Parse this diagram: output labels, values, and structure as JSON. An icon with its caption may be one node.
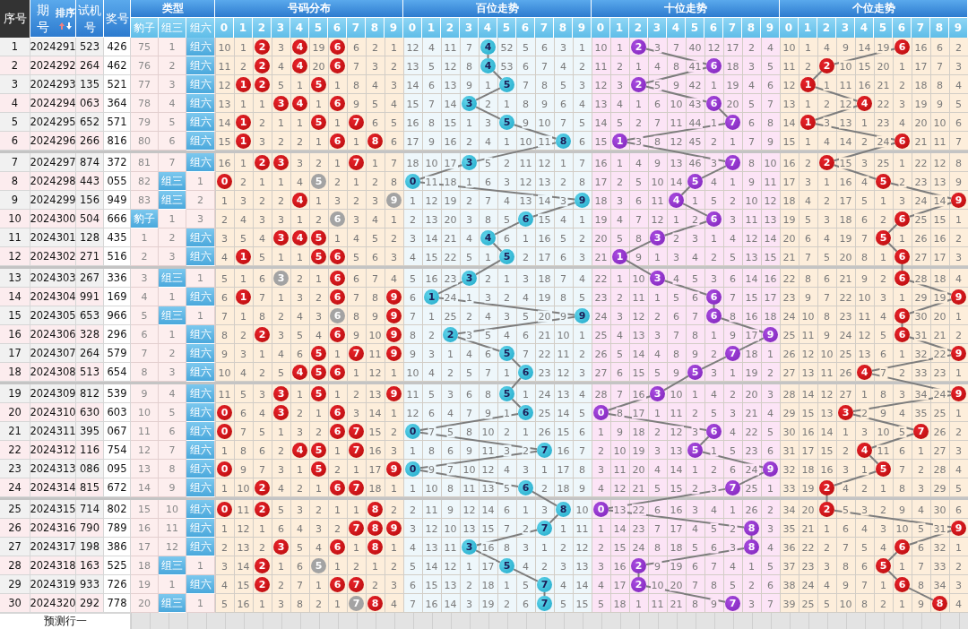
{
  "diagram": {
    "nodes": [
      {
        "text": [
          "4"
        ]
      },
      {
        "text": [
          "2"
        ]
      },
      {
        "text": [
          "6"
        ]
      },
      {
        "text": [
          "4"
        ]
      },
      {
        "text": [
          "6"
        ]
      },
      {
        "text": [
          "2"
        ]
      },
      {
        "text": [
          "5"
        ]
      },
      {
        "text": [
          "2"
        ]
      },
      {
        "text": [
          "1"
        ]
      },
      {
        "text": [
          "3"
        ]
      },
      {
        "text": [
          "6"
        ]
      },
      {
        "text": [
          "4"
        ]
      },
      {
        "text": [
          "5"
        ]
      },
      {
        "text": [
          "7"
        ]
      },
      {
        "text": [
          "1"
        ]
      },
      {
        "text": [
          "8"
        ]
      },
      {
        "text": [
          "1"
        ]
      },
      {
        "text": [
          "6"
        ]
      },
      {
        "text": [
          "3"
        ]
      },
      {
        "text": [
          "7"
        ]
      },
      {
        "text": [
          "2"
        ]
      },
      {
        "text": [
          "0"
        ]
      },
      {
        "text": [
          "5"
        ]
      },
      {
        "text": [
          "5"
        ]
      },
      {
        "text": [
          "9"
        ]
      },
      {
        "text": [
          "4"
        ]
      },
      {
        "text": [
          "9"
        ]
      },
      {
        "text": [
          "6"
        ]
      },
      {
        "text": [
          "6"
        ]
      },
      {
        "text": [
          "6"
        ]
      },
      {
        "text": [
          "4"
        ]
      },
      {
        "text": [
          "3"
        ]
      },
      {
        "text": [
          "5"
        ]
      },
      {
        "text": [
          "5"
        ]
      },
      {
        "text": [
          "1"
        ]
      },
      {
        "text": [
          "6"
        ]
      },
      {
        "text": [
          "3"
        ]
      },
      {
        "text": [
          "3"
        ]
      },
      {
        "text": [
          "6"
        ]
      },
      {
        "text": [
          "1"
        ]
      },
      {
        "text": [
          "6"
        ]
      },
      {
        "text": [
          "9"
        ]
      },
      {
        "text": [
          "9"
        ]
      },
      {
        "text": [
          "6"
        ]
      },
      {
        "text": [
          "6"
        ]
      },
      {
        "text": [
          "2"
        ]
      },
      {
        "text": [
          "9"
        ]
      },
      {
        "text": [
          "6"
        ]
      },
      {
        "text": [
          "5"
        ]
      },
      {
        "text": [
          "7"
        ]
      },
      {
        "text": [
          "9"
        ]
      },
      {
        "text": [
          "6"
        ]
      },
      {
        "text": [
          "5"
        ]
      },
      {
        "text": [
          "4"
        ]
      },
      {
        "text": [
          "5"
        ]
      },
      {
        "text": [
          "3"
        ]
      },
      {
        "text": [
          "9"
        ]
      },
      {
        "text": [
          "6"
        ]
      },
      {
        "text": [
          "0"
        ]
      },
      {
        "text": [
          "3"
        ]
      },
      {
        "text": [
          "0"
        ]
      },
      {
        "text": [
          "6"
        ]
      },
      {
        "text": [
          "7"
        ]
      },
      {
        "text": [
          "7"
        ]
      },
      {
        "text": [
          "5"
        ]
      },
      {
        "text": [
          "4"
        ]
      },
      {
        "text": [
          "0"
        ]
      },
      {
        "text": [
          "9"
        ]
      },
      {
        "text": [
          "5"
        ]
      },
      {
        "text": [
          "6"
        ]
      },
      {
        "text": [
          "7"
        ]
      },
      {
        "text": [
          "2"
        ]
      },
      {
        "text": [
          "8"
        ]
      },
      {
        "text": [
          "0"
        ]
      },
      {
        "text": [
          "2"
        ]
      },
      {
        "text": [
          "7"
        ]
      },
      {
        "text": [
          "8"
        ]
      },
      {
        "text": [
          "9"
        ]
      },
      {
        "text": [
          "3"
        ]
      },
      {
        "text": [
          "8"
        ]
      },
      {
        "text": [
          "6"
        ]
      },
      {
        "text": [
          "5"
        ]
      },
      {
        "text": [
          "2"
        ]
      },
      {
        "text": [
          "5"
        ]
      },
      {
        "text": [
          "7"
        ]
      },
      {
        "text": [
          "2"
        ]
      },
      {
        "text": [
          "6"
        ]
      },
      {
        "text": [
          "7"
        ]
      },
      {
        "text": [
          "7"
        ]
      },
      {
        "text": [
          "8"
        ]
      },
      {
        "text": [
          "2"
        ]
      },
      {
        "text": [
          "4"
        ]
      },
      {
        "text": [
          "6"
        ]
      },
      {
        "text": [
          "2"
        ]
      },
      {
        "text": [
          "4"
        ]
      },
      {
        "text": [
          "6"
        ]
      },
      {
        "text": [
          "1"
        ]
      },
      {
        "text": [
          "2"
        ]
      },
      {
        "text": [
          "5"
        ]
      },
      {
        "text": [
          "3"
        ]
      },
      {
        "text": [
          "4"
        ]
      },
      {
        "text": [
          "6"
        ]
      },
      {
        "text": [
          "1"
        ]
      },
      {
        "text": [
          "5"
        ]
      },
      {
        "text": [
          "7"
        ]
      },
      {
        "text": [
          "1"
        ]
      },
      {
        "text": [
          "6"
        ]
      },
      {
        "text": [
          "8"
        ]
      },
      {
        "text": [
          "2"
        ]
      },
      {
        "text": [
          "3"
        ]
      },
      {
        "text": [
          "7"
        ]
      },
      {
        "text": [
          "0"
        ]
      },
      {
        "text": [
          "5"
        ]
      },
      {
        "text": [
          "4"
        ]
      },
      {
        "text": [
          "9"
        ]
      },
      {
        "text": [
          "6"
        ]
      },
      {
        "text": [
          "3"
        ]
      },
      {
        "text": [
          "4"
        ]
      },
      {
        "text": [
          "5"
        ]
      },
      {
        "text": [
          "1"
        ]
      },
      {
        "text": [
          "5"
        ]
      },
      {
        "text": [
          "6"
        ]
      },
      {
        "text": [
          "3"
        ]
      },
      {
        "text": [
          "6"
        ]
      },
      {
        "text": [
          "1"
        ]
      },
      {
        "text": [
          "6"
        ]
      },
      {
        "text": [
          "9"
        ]
      },
      {
        "text": [
          "6"
        ]
      },
      {
        "text": [
          "9"
        ]
      },
      {
        "text": [
          "2"
        ]
      },
      {
        "text": [
          "6"
        ]
      },
      {
        "text": [
          "9"
        ]
      },
      {
        "text": [
          "5"
        ]
      },
      {
        "text": [
          "7"
        ]
      },
      {
        "text": [
          "9"
        ]
      },
      {
        "text": [
          "4"
        ]
      },
      {
        "text": [
          "5"
        ]
      },
      {
        "text": [
          "6"
        ]
      },
      {
        "text": [
          "3"
        ]
      },
      {
        "text": [
          "5"
        ]
      },
      {
        "text": [
          "9"
        ]
      },
      {
        "text": [
          "0"
        ]
      },
      {
        "text": [
          "3"
        ]
      },
      {
        "text": [
          "6"
        ]
      },
      {
        "text": [
          "0"
        ]
      },
      {
        "text": [
          "6"
        ]
      },
      {
        "text": [
          "7"
        ]
      },
      {
        "text": [
          "4"
        ]
      },
      {
        "text": [
          "5"
        ]
      },
      {
        "text": [
          "7"
        ]
      },
      {
        "text": [
          "0"
        ]
      },
      {
        "text": [
          "5"
        ]
      },
      {
        "text": [
          "9"
        ]
      },
      {
        "text": [
          "2"
        ]
      },
      {
        "text": [
          "6"
        ]
      },
      {
        "text": [
          "7"
        ]
      },
      {
        "text": [
          "0"
        ]
      },
      {
        "text": [
          "2"
        ]
      },
      {
        "text": [
          "8"
        ]
      },
      {
        "text": [
          "7"
        ]
      },
      {
        "text": [
          "8"
        ]
      },
      {
        "text": [
          "9"
        ]
      },
      {
        "text": [
          "3"
        ]
      },
      {
        "text": [
          "6"
        ]
      },
      {
        "text": [
          "8"
        ]
      },
      {
        "text": [
          "2"
        ]
      },
      {
        "text": [
          "5"
        ]
      },
      {
        "text": [
          "2"
        ]
      },
      {
        "text": [
          "6"
        ]
      },
      {
        "text": [
          "7"
        ]
      },
      {
        "text": [
          "7"
        ]
      },
      {
        "text": [
          "8"
        ]
      }
    ],
    "edges": [
      {
        "from": 0,
        "to": 3,
        "arrow": "none"
      },
      {
        "from": 3,
        "to": 6,
        "arrow": "none"
      },
      {
        "from": 6,
        "to": 9,
        "arrow": "none"
      },
      {
        "from": 9,
        "to": 12,
        "arrow": "none"
      },
      {
        "from": 12,
        "to": 15,
        "arrow": "none"
      },
      {
        "from": 15,
        "to": 18,
        "arrow": "none"
      },
      {
        "from": 18,
        "to": 21,
        "arrow": "none"
      },
      {
        "from": 21,
        "to": 24,
        "arrow": "none"
      },
      {
        "from": 24,
        "to": 27,
        "arrow": "none"
      },
      {
        "from": 27,
        "to": 30,
        "arrow": "none"
      },
      {
        "from": 30,
        "to": 33,
        "arrow": "none"
      },
      {
        "from": 33,
        "to": 36,
        "arrow": "none"
      },
      {
        "from": 36,
        "to": 39,
        "arrow": "none"
      },
      {
        "from": 39,
        "to": 42,
        "arrow": "none"
      },
      {
        "from": 42,
        "to": 45,
        "arrow": "none"
      },
      {
        "from": 45,
        "to": 48,
        "arrow": "none"
      },
      {
        "from": 48,
        "to": 51,
        "arrow": "none"
      },
      {
        "from": 51,
        "to": 54,
        "arrow": "none"
      },
      {
        "from": 54,
        "to": 57,
        "arrow": "none"
      },
      {
        "from": 57,
        "to": 60,
        "arrow": "none"
      },
      {
        "from": 60,
        "to": 63,
        "arrow": "none"
      },
      {
        "from": 63,
        "to": 66,
        "arrow": "none"
      },
      {
        "from": 66,
        "to": 69,
        "arrow": "none"
      },
      {
        "from": 69,
        "to": 72,
        "arrow": "none"
      },
      {
        "from": 72,
        "to": 75,
        "arrow": "none"
      },
      {
        "from": 75,
        "to": 78,
        "arrow": "none"
      },
      {
        "from": 78,
        "to": 81,
        "arrow": "none"
      },
      {
        "from": 81,
        "to": 84,
        "arrow": "none"
      },
      {
        "from": 84,
        "to": 87,
        "arrow": "none"
      },
      {
        "from": 1,
        "to": 4,
        "arrow": "none"
      },
      {
        "from": 4,
        "to": 7,
        "arrow": "none"
      },
      {
        "from": 7,
        "to": 10,
        "arrow": "none"
      },
      {
        "from": 10,
        "to": 13,
        "arrow": "none"
      },
      {
        "from": 13,
        "to": 16,
        "arrow": "none"
      },
      {
        "from": 16,
        "to": 19,
        "arrow": "none"
      },
      {
        "from": 19,
        "to": 22,
        "arrow": "none"
      },
      {
        "from": 22,
        "to": 25,
        "arrow": "none"
      },
      {
        "from": 25,
        "to": 28,
        "arrow": "none"
      },
      {
        "from": 28,
        "to": 31,
        "arrow": "none"
      },
      {
        "from": 31,
        "to": 34,
        "arrow": "none"
      },
      {
        "from": 34,
        "to": 37,
        "arrow": "none"
      },
      {
        "from": 37,
        "to": 40,
        "arrow": "none"
      },
      {
        "from": 40,
        "to": 43,
        "arrow": "none"
      },
      {
        "from": 43,
        "to": 46,
        "arrow": "none"
      },
      {
        "from": 46,
        "to": 49,
        "arrow": "none"
      },
      {
        "from": 49,
        "to": 52,
        "arrow": "none"
      },
      {
        "from": 52,
        "to": 55,
        "arrow": "none"
      },
      {
        "from": 55,
        "to": 58,
        "arrow": "none"
      },
      {
        "from": 58,
        "to": 61,
        "arrow": "none"
      },
      {
        "from": 61,
        "to": 64,
        "arrow": "none"
      },
      {
        "from": 64,
        "to": 67,
        "arrow": "none"
      },
      {
        "from": 67,
        "to": 70,
        "arrow": "none"
      },
      {
        "from": 70,
        "to": 73,
        "arrow": "none"
      },
      {
        "from": 73,
        "to": 76,
        "arrow": "none"
      },
      {
        "from": 76,
        "to": 79,
        "arrow": "none"
      },
      {
        "from": 79,
        "to": 82,
        "arrow": "none"
      },
      {
        "from": 82,
        "to": 85,
        "arrow": "none"
      },
      {
        "from": 85,
        "to": 88,
        "arrow": "none"
      },
      {
        "from": 2,
        "to": 5,
        "arrow": "none"
      },
      {
        "from": 5,
        "to": 8,
        "arrow": "none"
      },
      {
        "from": 8,
        "to": 11,
        "arrow": "none"
      },
      {
        "from": 11,
        "to": 14,
        "arrow": "none"
      },
      {
        "from": 14,
        "to": 17,
        "arrow": "none"
      },
      {
        "from": 17,
        "to": 20,
        "arrow": "none"
      },
      {
        "from": 20,
        "to": 23,
        "arrow": "none"
      },
      {
        "from": 23,
        "to": 26,
        "arrow": "none"
      },
      {
        "from": 26,
        "to": 29,
        "arrow": "none"
      },
      {
        "from": 29,
        "to": 32,
        "arrow": "none"
      },
      {
        "from": 32,
        "to": 35,
        "arrow": "none"
      },
      {
        "from": 35,
        "to": 38,
        "arrow": "none"
      },
      {
        "from": 38,
        "to": 41,
        "arrow": "none"
      },
      {
        "from": 41,
        "to": 44,
        "arrow": "none"
      },
      {
        "from": 44,
        "to": 47,
        "arrow": "none"
      },
      {
        "from": 47,
        "to": 50,
        "arrow": "none"
      },
      {
        "from": 50,
        "to": 53,
        "arrow": "none"
      },
      {
        "from": 53,
        "to": 56,
        "arrow": "none"
      },
      {
        "from": 56,
        "to": 59,
        "arrow": "none"
      },
      {
        "from": 59,
        "to": 62,
        "arrow": "none"
      },
      {
        "from": 62,
        "to": 65,
        "arrow": "none"
      },
      {
        "from": 65,
        "to": 68,
        "arrow": "none"
      },
      {
        "from": 68,
        "to": 71,
        "arrow": "none"
      },
      {
        "from": 71,
        "to": 74,
        "arrow": "none"
      },
      {
        "from": 74,
        "to": 77,
        "arrow": "none"
      },
      {
        "from": 77,
        "to": 80,
        "arrow": "none"
      },
      {
        "from": 80,
        "to": 83,
        "arrow": "none"
      },
      {
        "from": 83,
        "to": 86,
        "arrow": "none"
      },
      {
        "from": 86,
        "to": 89,
        "arrow": "none"
      }
    ],
    "labels": [
      "序号",
      "期号",
      "排序",
      "试机号",
      "奖号",
      "类型",
      "号码分布",
      "百位走势",
      "十位走势",
      "个位走势",
      "豹子",
      "组三",
      "组六",
      "0",
      "1",
      "2",
      "3",
      "4",
      "5",
      "6",
      "7",
      "8",
      "9",
      "0",
      "1",
      "2",
      "3",
      "4",
      "5",
      "6",
      "7",
      "8",
      "9",
      "0",
      "1",
      "2",
      "3",
      "4",
      "5",
      "6",
      "7",
      "8",
      "9",
      "0",
      "1",
      "2",
      "3",
      "4",
      "5",
      "6",
      "7",
      "8",
      "9",
      "1",
      "2024291",
      "523",
      "426",
      "75",
      "1",
      "组六",
      "10",
      "1",
      "3",
      "19",
      "6",
      "2",
      "1",
      "12",
      "4",
      "11",
      "7",
      "52",
      "5",
      "6",
      "3",
      "1",
      "10",
      "1",
      "3",
      "7",
      "40",
      "12",
      "17",
      "2",
      "4",
      "10",
      "1",
      "4",
      "9",
      "14",
      "19",
      "16",
      "6",
      "2",
      "2",
      "2024292",
      "264",
      "462",
      "76",
      "2",
      "组六",
      "11",
      "2",
      "4",
      "20",
      "7",
      "3",
      "2",
      "13",
      "5",
      "12",
      "8",
      "53",
      "6",
      "7",
      "4",
      "2",
      "11",
      "2",
      "1",
      "4",
      "8",
      "41",
      "18",
      "3",
      "5",
      "11",
      "2",
      "10",
      "15",
      "20",
      "1",
      "17",
      "7",
      "3",
      "3",
      "2024293",
      "135",
      "521",
      "77",
      "3",
      "组六",
      "12",
      "5",
      "1",
      "1",
      "8",
      "4",
      "3",
      "14",
      "6",
      "13",
      "9",
      "1",
      "7",
      "8",
      "5",
      "3",
      "12",
      "3",
      "5",
      "9",
      "42",
      "1",
      "19",
      "4",
      "6",
      "12",
      "1",
      "11",
      "16",
      "21",
      "2",
      "18",
      "8",
      "4",
      "4",
      "2024294",
      "063",
      "364",
      "78",
      "4",
      "组六",
      "13",
      "1",
      "1",
      "1",
      "9",
      "5",
      "4",
      "15",
      "7",
      "14",
      "2",
      "1",
      "8",
      "9",
      "6",
      "4",
      "13",
      "4",
      "1",
      "6",
      "10",
      "43",
      "20",
      "5",
      "7",
      "13",
      "1",
      "2",
      "12",
      "22",
      "3",
      "19",
      "9",
      "5",
      "5",
      "2024295",
      "652",
      "571",
      "79",
      "5",
      "组六",
      "14",
      "2",
      "1",
      "1",
      "1",
      "6",
      "5",
      "16",
      "8",
      "15",
      "1",
      "3",
      "9",
      "10",
      "7",
      "5",
      "14",
      "5",
      "2",
      "7",
      "11",
      "44",
      "1",
      "6",
      "8",
      "14",
      "3",
      "13",
      "1",
      "23",
      "4",
      "20",
      "10",
      "6",
      "6",
      "2024296",
      "266",
      "816",
      "80",
      "6",
      "组六",
      "15",
      "3",
      "2",
      "2",
      "1",
      "1",
      "6",
      "17",
      "9",
      "16",
      "2",
      "4",
      "1",
      "10",
      "11",
      "6",
      "15",
      "3",
      "8",
      "12",
      "45",
      "2",
      "1",
      "7",
      "9",
      "15",
      "1",
      "4",
      "14",
      "2",
      "24",
      "21",
      "11",
      "7",
      "7",
      "2024297",
      "874",
      "372",
      "81",
      "7",
      "组六",
      "16",
      "1",
      "3",
      "2",
      "1",
      "1",
      "7",
      "18",
      "10",
      "17",
      "5",
      "2",
      "11",
      "12",
      "1",
      "7",
      "16",
      "1",
      "4",
      "9",
      "13",
      "46",
      "3",
      "8",
      "10",
      "16",
      "2",
      "15",
      "3",
      "25",
      "1",
      "22",
      "12",
      "8",
      "8",
      "2024298",
      "443",
      "055",
      "82",
      "组三",
      "1",
      "2",
      "1",
      "1",
      "4",
      "2",
      "1",
      "2",
      "8",
      "11",
      "18",
      "1",
      "6",
      "3",
      "12",
      "13",
      "2",
      "8",
      "17",
      "2",
      "5",
      "10",
      "14",
      "4",
      "1",
      "9",
      "11",
      "17",
      "3",
      "1",
      "16",
      "4",
      "2",
      "23",
      "13",
      "9",
      "9",
      "2024299",
      "156",
      "949",
      "83",
      "组三",
      "2",
      "1",
      "3",
      "2",
      "2",
      "1",
      "3",
      "2",
      "3",
      "1",
      "12",
      "19",
      "2",
      "7",
      "4",
      "13",
      "14",
      "3",
      "18",
      "3",
      "6",
      "11",
      "1",
      "5",
      "2",
      "10",
      "12",
      "18",
      "4",
      "2",
      "17",
      "5",
      "1",
      "3",
      "24",
      "14",
      "10",
      "2024300",
      "504",
      "666",
      "豹子",
      "1",
      "3",
      "2",
      "4",
      "3",
      "3",
      "1",
      "2",
      "3",
      "4",
      "1",
      "2",
      "13",
      "20",
      "3",
      "8",
      "5",
      "15",
      "4",
      "1",
      "19",
      "4",
      "7",
      "12",
      "1",
      "2",
      "3",
      "11",
      "13",
      "19",
      "5",
      "3",
      "18",
      "6",
      "2",
      "25",
      "15",
      "1",
      "11",
      "2024301",
      "128",
      "435",
      "1",
      "2",
      "组六",
      "3",
      "5",
      "4",
      "1",
      "4",
      "5",
      "2",
      "3",
      "14",
      "21",
      "4",
      "6",
      "1",
      "16",
      "5",
      "2",
      "20",
      "5",
      "8",
      "2",
      "3",
      "1",
      "4",
      "12",
      "14",
      "20",
      "6",
      "4",
      "19",
      "7",
      "1",
      "26",
      "16",
      "2",
      "12",
      "2024302",
      "271",
      "516",
      "2",
      "3",
      "组六",
      "4",
      "5",
      "1",
      "1",
      "5",
      "6",
      "3",
      "4",
      "15",
      "22",
      "5",
      "1",
      "2",
      "17",
      "6",
      "3",
      "21",
      "9",
      "1",
      "3",
      "4",
      "2",
      "5",
      "13",
      "15",
      "21",
      "7",
      "5",
      "20",
      "8",
      "1",
      "27",
      "17",
      "3",
      "13",
      "2024303",
      "267",
      "336",
      "3",
      "组三",
      "1",
      "5",
      "1",
      "6",
      "2",
      "1",
      "6",
      "7",
      "4",
      "5",
      "16",
      "23",
      "2",
      "1",
      "3",
      "18",
      "7",
      "4",
      "22",
      "1",
      "10",
      "4",
      "5",
      "3",
      "6",
      "14",
      "16",
      "22",
      "8",
      "6",
      "21",
      "9",
      "2",
      "28",
      "18",
      "4",
      "14",
      "2024304",
      "991",
      "169",
      "4",
      "1",
      "组六",
      "6",
      "7",
      "1",
      "3",
      "2",
      "7",
      "8",
      "6",
      "24",
      "1",
      "3",
      "2",
      "4",
      "19",
      "8",
      "5",
      "23",
      "2",
      "11",
      "1",
      "5",
      "6",
      "7",
      "15",
      "17",
      "23",
      "9",
      "7",
      "22",
      "10",
      "3",
      "1",
      "29",
      "19",
      "15",
      "2024305",
      "653",
      "966",
      "5",
      "组三",
      "1",
      "7",
      "1",
      "8",
      "2",
      "4",
      "3",
      "8",
      "9",
      "7",
      "1",
      "25",
      "2",
      "4",
      "3",
      "5",
      "20",
      "9",
      "24",
      "3",
      "12",
      "2",
      "6",
      "7",
      "8",
      "16",
      "18",
      "24",
      "10",
      "8",
      "23",
      "11",
      "4",
      "30",
      "20",
      "1",
      "16",
      "2024306",
      "328",
      "296",
      "6",
      "1",
      "组六",
      "8",
      "2",
      "3",
      "5",
      "4",
      "9",
      "10",
      "8",
      "2",
      "3",
      "5",
      "4",
      "6",
      "21",
      "10",
      "1",
      "25",
      "4",
      "13",
      "3",
      "7",
      "8",
      "1",
      "9",
      "17",
      "25",
      "11",
      "9",
      "24",
      "12",
      "5",
      "31",
      "21",
      "2",
      "17",
      "2024307",
      "264",
      "579",
      "7",
      "2",
      "组六",
      "9",
      "3",
      "1",
      "4",
      "6",
      "1",
      "11",
      "9",
      "3",
      "1",
      "4",
      "6",
      "7",
      "22",
      "11",
      "2",
      "26",
      "5",
      "14",
      "4",
      "8",
      "9",
      "2",
      "18",
      "1",
      "26",
      "12",
      "10",
      "25",
      "13",
      "6",
      "1",
      "32",
      "22",
      "18",
      "2024308",
      "513",
      "654",
      "8",
      "3",
      "组六",
      "10",
      "4",
      "2",
      "5",
      "1",
      "12",
      "1",
      "10",
      "4",
      "2",
      "5",
      "7",
      "1",
      "23",
      "12",
      "3",
      "27",
      "6",
      "15",
      "5",
      "9",
      "3",
      "1",
      "19",
      "2",
      "27",
      "13",
      "11",
      "26",
      "7",
      "2",
      "33",
      "23",
      "1",
      "19",
      "2024309",
      "812",
      "539",
      "9",
      "4",
      "组六",
      "11",
      "5",
      "3",
      "1",
      "1",
      "2",
      "13",
      "11",
      "5",
      "3",
      "6",
      "8",
      "1",
      "24",
      "13",
      "4",
      "28",
      "7",
      "16",
      "10",
      "1",
      "4",
      "2",
      "20",
      "3",
      "28",
      "14",
      "12",
      "27",
      "1",
      "8",
      "3",
      "34",
      "24",
      "20",
      "2024310",
      "630",
      "603",
      "10",
      "5",
      "组六",
      "6",
      "4",
      "2",
      "1",
      "3",
      "14",
      "1",
      "12",
      "6",
      "4",
      "7",
      "9",
      "1",
      "25",
      "14",
      "5",
      "8",
      "17",
      "1",
      "11",
      "2",
      "5",
      "3",
      "21",
      "4",
      "29",
      "15",
      "13",
      "2",
      "9",
      "4",
      "35",
      "25",
      "1",
      "21",
      "2024311",
      "395",
      "067",
      "11",
      "6",
      "组六",
      "7",
      "5",
      "1",
      "3",
      "2",
      "15",
      "2",
      "7",
      "5",
      "8",
      "10",
      "2",
      "1",
      "26",
      "15",
      "6",
      "1",
      "9",
      "18",
      "2",
      "12",
      "3",
      "4",
      "22",
      "5",
      "30",
      "16",
      "14",
      "1",
      "3",
      "10",
      "5",
      "26",
      "2",
      "22",
      "2024312",
      "116",
      "754",
      "12",
      "7",
      "组六",
      "1",
      "8",
      "6",
      "2",
      "1",
      "16",
      "3",
      "1",
      "8",
      "6",
      "9",
      "11",
      "3",
      "2",
      "16",
      "7",
      "2",
      "10",
      "19",
      "3",
      "13",
      "1",
      "5",
      "23",
      "6",
      "31",
      "17",
      "15",
      "2",
      "11",
      "6",
      "1",
      "27",
      "3",
      "23",
      "2024313",
      "086",
      "095",
      "13",
      "8",
      "组六",
      "9",
      "7",
      "3",
      "1",
      "2",
      "1",
      "17",
      "9",
      "7",
      "10",
      "12",
      "4",
      "3",
      "1",
      "17",
      "8",
      "3",
      "11",
      "20",
      "4",
      "14",
      "1",
      "2",
      "6",
      "24",
      "32",
      "18",
      "16",
      "3",
      "1",
      "7",
      "2",
      "28",
      "4",
      "24",
      "2024314",
      "815",
      "672",
      "14",
      "9",
      "组六",
      "1",
      "10",
      "4",
      "2",
      "1",
      "18",
      "1",
      "1",
      "10",
      "8",
      "11",
      "13",
      "5",
      "2",
      "18",
      "9",
      "4",
      "12",
      "21",
      "5",
      "15",
      "2",
      "3",
      "25",
      "1",
      "33",
      "19",
      "4",
      "2",
      "1",
      "8",
      "3",
      "29",
      "5",
      "25",
      "2024315",
      "714",
      "802",
      "15",
      "10",
      "组六",
      "11",
      "5",
      "3",
      "2",
      "1",
      "1",
      "2",
      "2",
      "11",
      "9",
      "12",
      "14",
      "6",
      "1",
      "3",
      "10",
      "13",
      "22",
      "6",
      "16",
      "3",
      "4",
      "1",
      "26",
      "2",
      "34",
      "20",
      "5",
      "3",
      "2",
      "9",
      "4",
      "30",
      "6",
      "26",
      "2024316",
      "790",
      "789",
      "16",
      "11",
      "组六",
      "1",
      "12",
      "1",
      "6",
      "4",
      "3",
      "2",
      "3",
      "12",
      "10",
      "13",
      "15",
      "7",
      "2",
      "1",
      "11",
      "1",
      "14",
      "23",
      "7",
      "17",
      "4",
      "5",
      "2",
      "3",
      "35",
      "21",
      "1",
      "6",
      "4",
      "3",
      "10",
      "5",
      "31",
      "27",
      "2024317",
      "198",
      "386",
      "17",
      "12",
      "组六",
      "2",
      "13",
      "2",
      "5",
      "4",
      "1",
      "1",
      "4",
      "13",
      "11",
      "16",
      "8",
      "3",
      "1",
      "2",
      "12",
      "2",
      "15",
      "24",
      "8",
      "18",
      "5",
      "6",
      "3",
      "4",
      "36",
      "22",
      "2",
      "7",
      "5",
      "4",
      "6",
      "32",
      "1",
      "28",
      "2024318",
      "163",
      "525",
      "18",
      "组三",
      "1",
      "3",
      "14",
      "1",
      "6",
      "1",
      "2",
      "1",
      "2",
      "5",
      "14",
      "12",
      "1",
      "17",
      "4",
      "2",
      "3",
      "13",
      "3",
      "16",
      "9",
      "19",
      "6",
      "7",
      "4",
      "1",
      "5",
      "37",
      "23",
      "3",
      "8",
      "6",
      "1",
      "7",
      "33",
      "2",
      "29",
      "2024319",
      "933",
      "726",
      "19",
      "1",
      "组六",
      "4",
      "15",
      "2",
      "7",
      "1",
      "2",
      "3",
      "6",
      "15",
      "13",
      "2",
      "18",
      "1",
      "5",
      "4",
      "14",
      "4",
      "17",
      "10",
      "20",
      "7",
      "8",
      "5",
      "2",
      "6",
      "38",
      "24",
      "4",
      "9",
      "7",
      "1",
      "8",
      "34",
      "3",
      "30",
      "2024320",
      "292",
      "778",
      "20",
      "组三",
      "1",
      "5",
      "16",
      "1",
      "3",
      "8",
      "2",
      "1",
      "4",
      "7",
      "16",
      "14",
      "3",
      "19",
      "2",
      "6",
      "5",
      "15",
      "5",
      "18",
      "1",
      "11",
      "21",
      "8",
      "9",
      "3",
      "7",
      "39",
      "25",
      "5",
      "10",
      "8",
      "2",
      "1",
      "9",
      "4",
      "预测行一"
    ]
  }
}
